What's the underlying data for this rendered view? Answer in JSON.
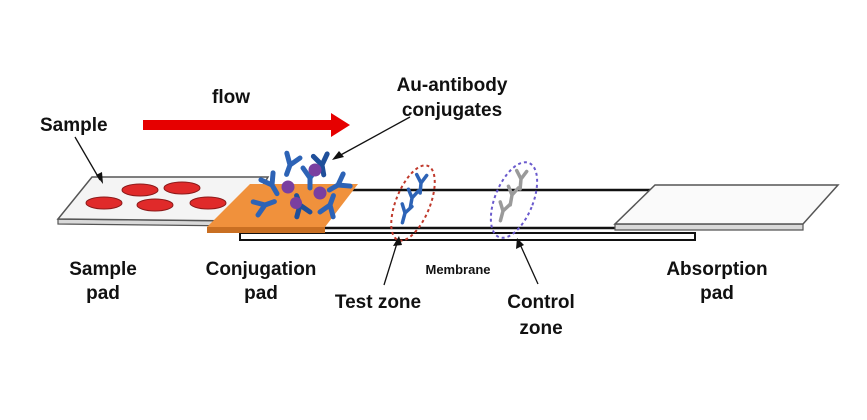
{
  "labels": {
    "sample": "Sample",
    "flow": "flow",
    "au_line1": "Au-antibody",
    "au_line2": "conjugates",
    "sample_pad_line1": "Sample",
    "sample_pad_line2": "pad",
    "conjugation_pad_line1": "Conjugation",
    "conjugation_pad_line2": "pad",
    "membrane": "Membrane",
    "test_zone": "Test zone",
    "control_line1": "Control",
    "control_line2": "zone",
    "absorption_line1": "Absorption",
    "absorption_line2": "pad"
  },
  "colors": {
    "flow_arrow": "#e60000",
    "sample_drops": "#e02a2a",
    "conjugation_pad": "#f0913c",
    "gold_particle": "#7a3fa0",
    "antibody": "#2d63b6",
    "test_zone_ring": "#c0392b",
    "control_zone_ring": "#6a5acd",
    "control_antibody": "#9a9a9a"
  }
}
